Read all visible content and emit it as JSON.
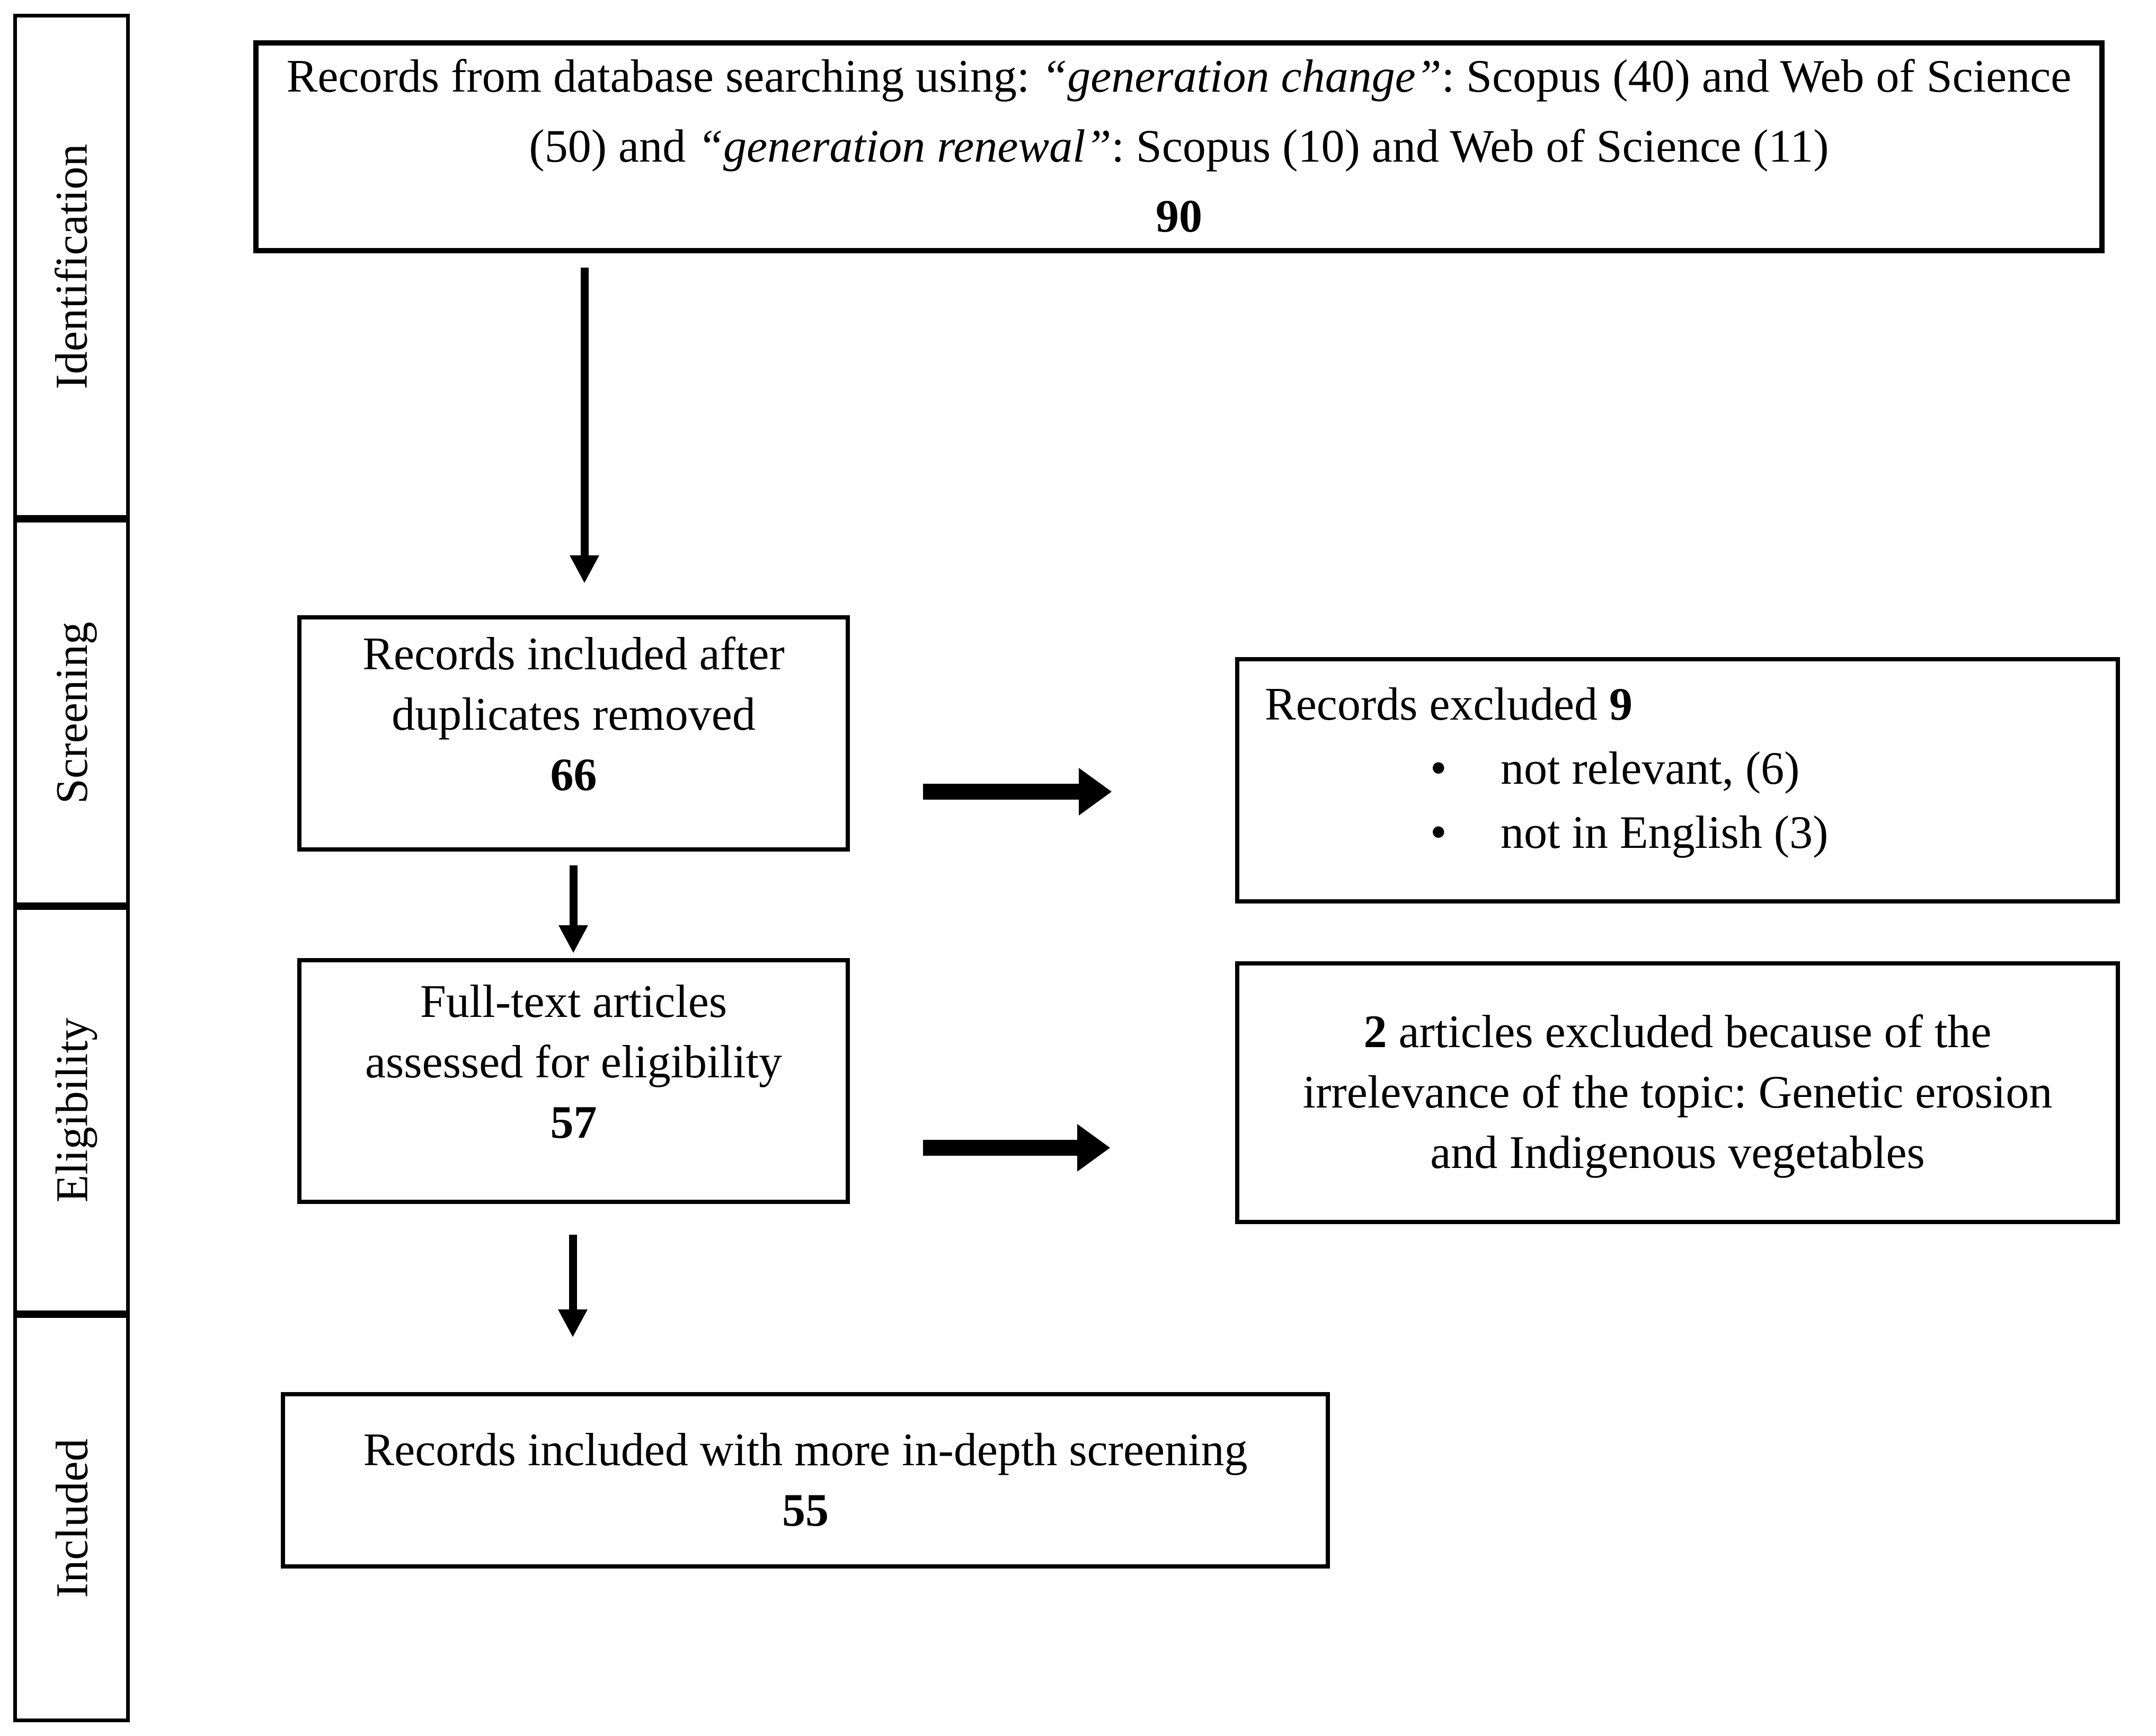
{
  "colors": {
    "ink": "#000000",
    "paper": "#ffffff"
  },
  "sidebar": {
    "stages": [
      {
        "label": "Identification"
      },
      {
        "label": "Screening"
      },
      {
        "label": "Eligibility"
      },
      {
        "label": "Included"
      }
    ]
  },
  "identification_box": {
    "line1_pre": "Records from database searching using: ",
    "line1_quote": "“generation change”",
    "line1_post": ": Scopus (40) and Web of Science",
    "line2_pre": "(50) and ",
    "line2_quote": "“generation renewal”",
    "line2_post": ": Scopus (10) and Web of Science (11)",
    "count": "90"
  },
  "duplicates_box": {
    "line1": "Records included after",
    "line2": "duplicates removed",
    "count": "66"
  },
  "records_excluded_box": {
    "title": "Records excluded ",
    "count": "9",
    "bullet_glyph": "•",
    "bullets": [
      {
        "text": "not relevant, (6)"
      },
      {
        "text": "not in English (3)"
      }
    ]
  },
  "fulltext_box": {
    "line1": "Full-text articles",
    "line2": "assessed for eligibility",
    "count": "57"
  },
  "articles_excluded_box": {
    "count": "2",
    "line1_rest": " articles excluded because of the",
    "line2": "irrelevance of the topic: Genetic erosion",
    "line3": "and Indigenous vegetables"
  },
  "included_box": {
    "line1": "Records included with more in-depth screening",
    "count": "55"
  }
}
